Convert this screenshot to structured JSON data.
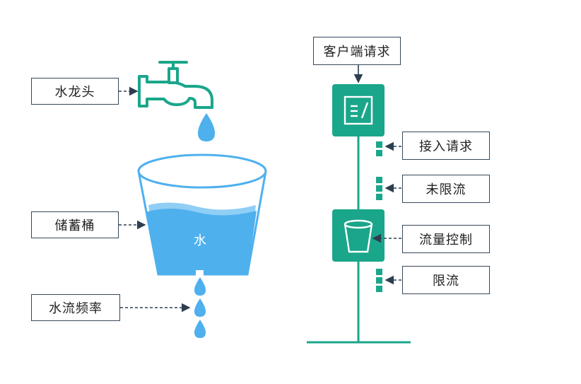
{
  "colors": {
    "teal": "#1aa68a",
    "water": "#4fb0ee",
    "water_light": "#8fcef5",
    "label_border": "#35475a",
    "arrow": "#2d3e50"
  },
  "left": {
    "faucet_label": "水龙头",
    "bucket_label": "储蓄桶",
    "flow_label": "水流频率",
    "water_label": "水",
    "icons": [
      "faucet-icon",
      "water-drop-icon",
      "bucket-icon"
    ]
  },
  "right": {
    "client_label": "客户端请求",
    "accept_label": "接入请求",
    "unlimited_label": "未限流",
    "control_label": "流量控制",
    "limited_label": "限流",
    "icons": [
      "document-icon",
      "cup-icon"
    ]
  }
}
